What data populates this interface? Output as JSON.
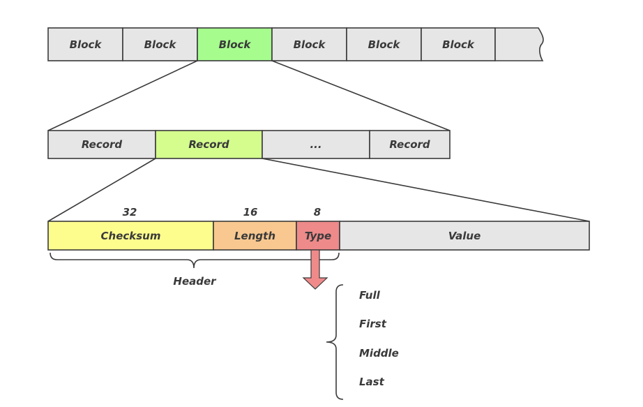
{
  "blocks": {
    "labels": [
      "Block",
      "Block",
      "Block",
      "Block",
      "Block",
      "Block"
    ],
    "highlight_index": 2
  },
  "records": {
    "labels": [
      "Record",
      "Record",
      "...",
      "Record"
    ],
    "highlight_index": 1
  },
  "fields": [
    {
      "label": "Checksum",
      "bits": "32",
      "color": "#fdfd8e"
    },
    {
      "label": "Length",
      "bits": "16",
      "color": "#f8c890"
    },
    {
      "label": "Type",
      "bits": "8",
      "color": "#ee8a8a"
    },
    {
      "label": "Value",
      "bits": "",
      "color": "#e6e6e6"
    }
  ],
  "header_label": "Header",
  "type_values": [
    "Full",
    "First",
    "Middle",
    "Last"
  ],
  "colors": {
    "block_fill": "#e6e6e6",
    "block_highlight": "#a6fd8e",
    "record_fill": "#e6e6e6",
    "record_highlight": "#d4fd8e",
    "arrow_fill": "#f08a8a",
    "stroke": "#3a3a3a"
  }
}
